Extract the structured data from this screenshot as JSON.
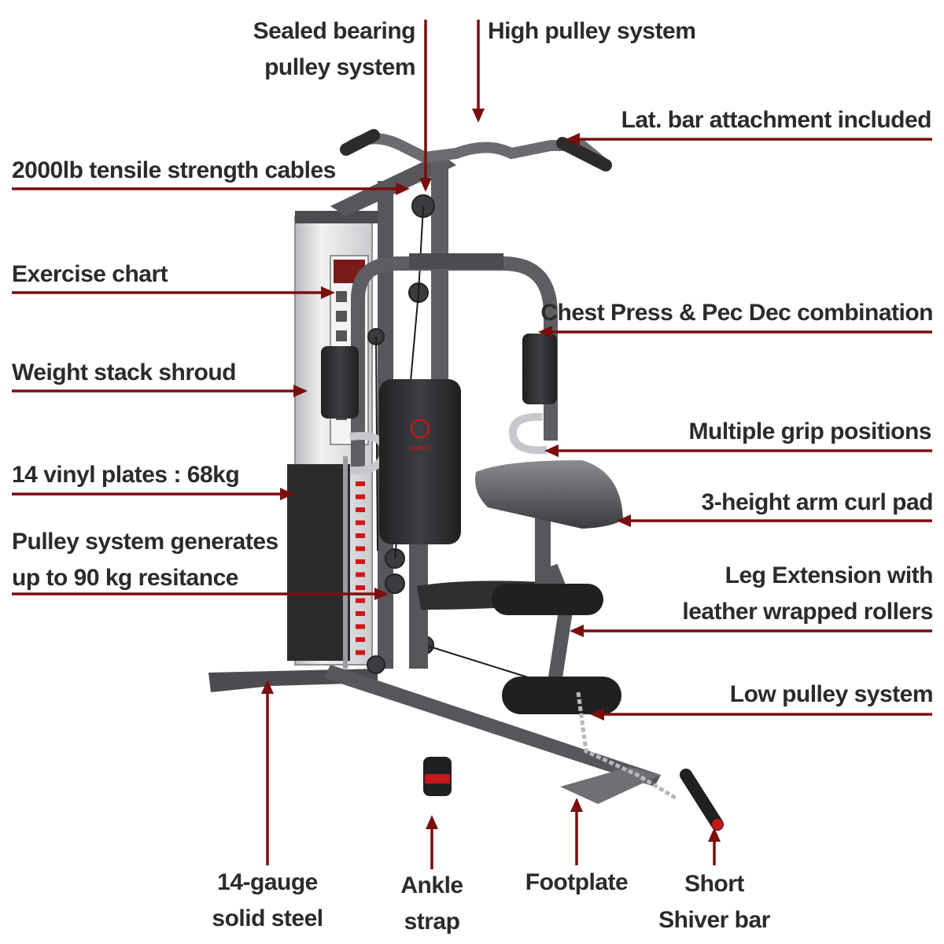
{
  "colors": {
    "leader": "#7a0e0e",
    "text": "#2b2b2b",
    "frame": "#55575b",
    "pad": "#2e2f31",
    "shroud": "#e2e3e5",
    "plate_mark": "#d01616"
  },
  "product": {
    "brand_mark": "MARCY"
  },
  "callouts": {
    "sealed_bearing": [
      "Sealed bearing",
      "pulley system"
    ],
    "high_pulley": [
      "High pulley system"
    ],
    "lat_bar": [
      "Lat. bar attachment included"
    ],
    "tensile_cables": [
      "2000lb tensile strength cables"
    ],
    "exercise_chart": [
      "Exercise chart"
    ],
    "chest_press": [
      "Chest Press & Pec Dec combination"
    ],
    "weight_shroud": [
      "Weight  stack shroud"
    ],
    "multiple_grip": [
      "Multiple grip positions"
    ],
    "vinyl_plates": [
      "14 vinyl plates : 68kg"
    ],
    "arm_curl": [
      "3-height arm curl pad"
    ],
    "pulley_resistance": [
      "Pulley system generates",
      "up to 90 kg resitance"
    ],
    "leg_extension": [
      "Leg Extension with",
      "leather wrapped rollers"
    ],
    "low_pulley": [
      "Low pulley system"
    ],
    "gauge_steel": [
      "14-gauge",
      "solid steel"
    ],
    "ankle_strap": [
      "Ankle",
      "strap"
    ],
    "footplate": [
      "Footplate"
    ],
    "shiver_bar": [
      "Short",
      "Shiver bar"
    ]
  }
}
